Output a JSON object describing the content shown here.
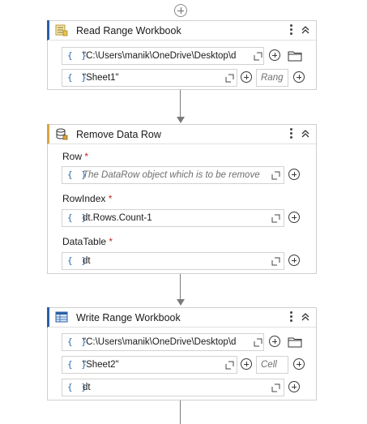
{
  "activities": [
    {
      "title": "Read Range Workbook",
      "accent": "#2b5fa8",
      "fields": [
        {
          "value": "\"C:\\Users\\manik\\OneDrive\\Desktop\\d"
        },
        {
          "value": "\"Sheet1\"",
          "extra_placeholder": "Rang"
        }
      ]
    },
    {
      "title": "Remove Data Row",
      "accent": "#d9a441",
      "properties": [
        {
          "label": "Row",
          "required": "*",
          "placeholder": "The DataRow object which is to be remove"
        },
        {
          "label": "RowIndex",
          "required": "*",
          "value": "dt.Rows.Count-1"
        },
        {
          "label": "DataTable",
          "required": "*",
          "value": "dt"
        }
      ]
    },
    {
      "title": "Write Range Workbook",
      "accent": "#2b5fa8",
      "fields": [
        {
          "value": "\"C:\\Users\\manik\\OneDrive\\Desktop\\d"
        },
        {
          "value": "\"Sheet2\"",
          "extra_placeholder": "Cell"
        },
        {
          "value": "dt"
        }
      ]
    }
  ],
  "icons": {
    "read": "excel-read-icon",
    "remove": "database-remove-icon",
    "write": "excel-write-icon",
    "braces": "{ }"
  }
}
